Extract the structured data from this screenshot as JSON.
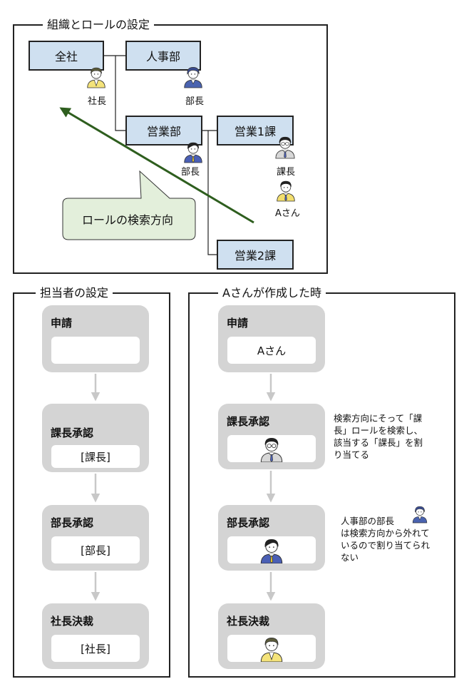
{
  "org_panel": {
    "title": "組織とロールの設定",
    "nodes": {
      "company": "全社",
      "hr": "人事部",
      "sales": "営業部",
      "sales1": "営業1課",
      "sales2": "営業2課"
    },
    "person_labels": {
      "president": "社長",
      "hr_manager": "部長",
      "sales_manager": "部長",
      "section_chief": "課長",
      "user_a": "Aさん"
    },
    "callout": "ロールの検索方向",
    "arrow_color": "#2e5e1e"
  },
  "assignee_panel": {
    "title": "担当者の設定",
    "steps": [
      {
        "title": "申請",
        "value": ""
      },
      {
        "title": "課長承認",
        "value": "[課長]"
      },
      {
        "title": "部長承認",
        "value": "[部長]"
      },
      {
        "title": "社長決裁",
        "value": "[社長]"
      }
    ]
  },
  "created_panel": {
    "title": "Aさんが作成した時",
    "steps": [
      {
        "title": "申請",
        "value": "Aさん"
      },
      {
        "title": "課長承認",
        "icon": "glasses-man-icon"
      },
      {
        "title": "部長承認",
        "icon": "tie-man-icon"
      },
      {
        "title": "社長決裁",
        "icon": "president-icon"
      }
    ],
    "notes": {
      "chief": [
        "検索方向にそって「課",
        "長」ロールを検索し、",
        "該当する「課長」を割",
        "り当てる"
      ],
      "hr": [
        "人事部の部長",
        "は検索方向から外れて",
        "いるので割り当てられ",
        "ない"
      ]
    }
  },
  "colors": {
    "org_box_fill": "#cfe0f0",
    "callout_fill": "#e3efdb",
    "step_fill": "#d4d4d4",
    "connector": "#c8c8c8"
  }
}
